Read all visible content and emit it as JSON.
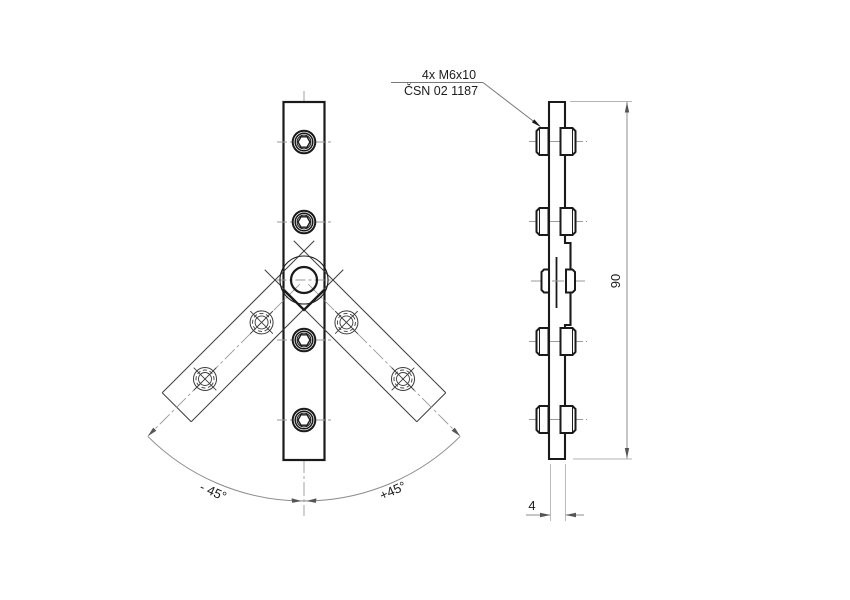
{
  "drawing": {
    "note": {
      "line1": "4x M6x10",
      "line2": "ČSN 02 1187"
    },
    "dimensions": {
      "height": "90",
      "thickness": "4",
      "angle_left": "- 45°",
      "angle_right": "+45°"
    },
    "colors": {
      "outline": "#1a1a1a",
      "thin_line": "#3c3c3c",
      "dimension_line": "#8c8c8c",
      "centerline": "#9a9a9a",
      "background": "#ffffff",
      "text": "#1c1c1c"
    }
  }
}
